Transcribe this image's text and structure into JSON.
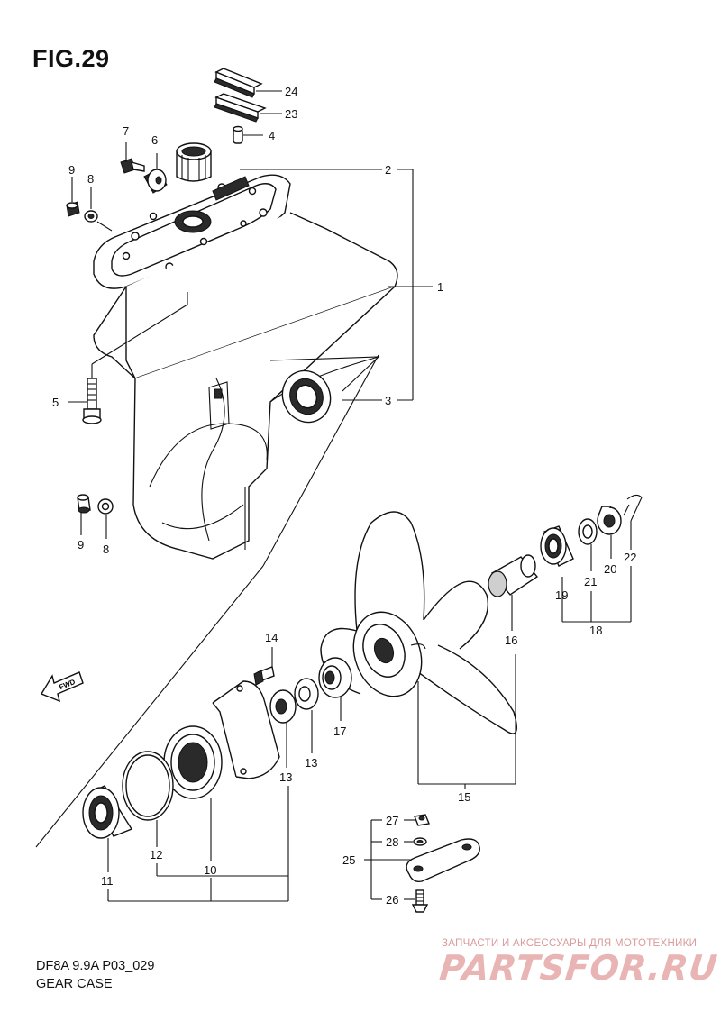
{
  "figure": {
    "title": "FIG.29",
    "model_code": "DF8A 9.9A P03_029",
    "name": "GEAR CASE",
    "fwd_label": "FWD"
  },
  "callouts": [
    "1",
    "2",
    "3",
    "4",
    "5",
    "6",
    "7",
    "8",
    "9",
    "8",
    "9",
    "10",
    "11",
    "12",
    "13",
    "13",
    "14",
    "15",
    "16",
    "17",
    "18",
    "19",
    "20",
    "21",
    "22",
    "23",
    "24",
    "25",
    "26",
    "27",
    "28"
  ],
  "watermark": {
    "tagline": "ЗАПЧАСТИ И АКСЕССУАРЫ ДЛЯ МОТОТЕХНИКИ",
    "logo": "PARTSFOR.RU"
  }
}
